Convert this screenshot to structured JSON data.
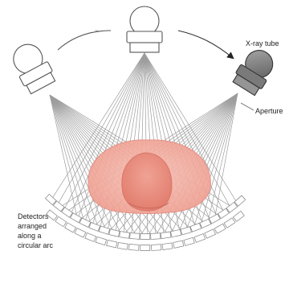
{
  "labels": {
    "xray_tube": "X-ray tube",
    "aperture": "Aperture",
    "detectors_line1": "Detectors",
    "detectors_line2": "arranged",
    "detectors_line3": "along a",
    "detectors_line4": "circular arc",
    "rotation_marker": "~"
  },
  "colors": {
    "tube_outline": "#444444",
    "tube_fill": "#ffffff",
    "active_tube_fill": "#8a8a8a",
    "beam_lines": "#9a9a9a",
    "detector_outline": "#8f8f8f",
    "body_outer": "#f2a99e",
    "body_inner": "#e98779",
    "arrow": "#555555"
  },
  "icons": {
    "xray_tube_left": "xray-tube-icon",
    "xray_tube_top": "xray-tube-icon",
    "xray_tube_right": "xray-tube-active-icon",
    "rotation_arrow": "curved-arrow-icon"
  }
}
